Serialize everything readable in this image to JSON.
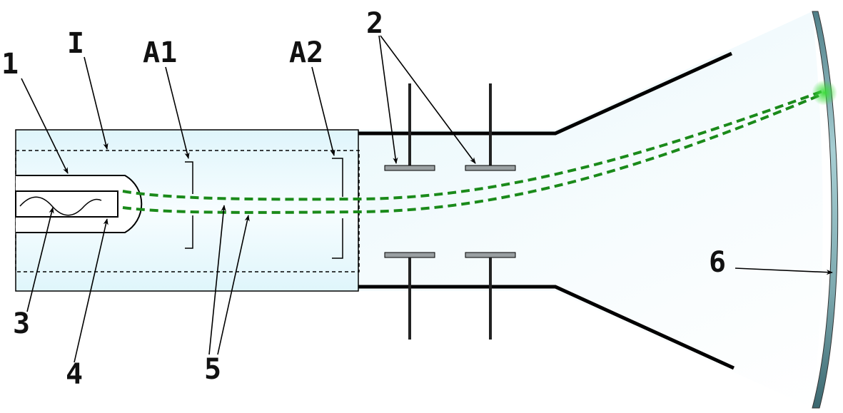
{
  "labels": {
    "cathode_heater_assembly": "1",
    "deflection_plates": "2",
    "heater_filament": "3",
    "cathode": "4",
    "electron_beams": "5",
    "phosphor_screen": "6",
    "control_grid": "I",
    "first_anode": "A1",
    "second_anode": "A2"
  },
  "colors": {
    "tube_glass": "#e6f8fd",
    "beam": "#1a8a1a",
    "screen_edge": "#6b9ea3",
    "spot_glow": "#3ddc3d",
    "plate_fill": "#9aa0a2"
  }
}
